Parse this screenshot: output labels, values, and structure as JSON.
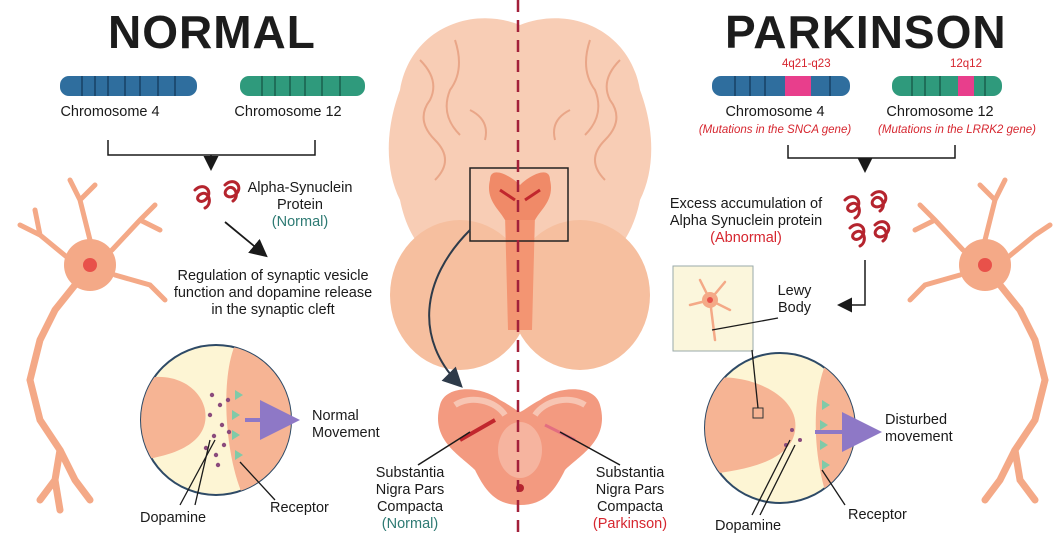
{
  "normal": {
    "title": "NORMAL",
    "chromosome_4": "Chromosome 4",
    "chromosome_12": "Chromosome 12",
    "protein_label": "Alpha-Synuclein Protein",
    "protein_state": "(Normal)",
    "regulation_text": "Regulation of synaptic vesicle function and dopamine release in the synaptic cleft",
    "movement_label": "Normal Movement",
    "dopamine_label": "Dopamine",
    "receptor_label": "Receptor"
  },
  "parkinson": {
    "title": "PARKINSON",
    "chromosome_4": "Chromosome 4",
    "chromosome_12": "Chromosome 12",
    "band_4": "4q21-q23",
    "band_12": "12q12",
    "mutation_4": "(Mutations in the SNCA gene)",
    "mutation_12": "(Mutations in the LRRK2 gene)",
    "accumulation_text": "Excess accumulation of Alpha Synuclein protein",
    "accumulation_state": "(Abnormal)",
    "lewy_body_label": "Lewy Body",
    "movement_label": "Disturbed movement",
    "dopamine_label": "Dopamine",
    "receptor_label": "Receptor"
  },
  "center": {
    "sn_normal_label": "Substantia Nigra Pars Compacta",
    "sn_normal_state": "(Normal)",
    "sn_parkinson_label": "Substantia Nigra Pars Compacta",
    "sn_parkinson_state": "(Parkinson)"
  },
  "colors": {
    "chromosome_blue": "#2f6e9e",
    "chromosome_green": "#2f9a7c",
    "mutation_band": "#e83e8c",
    "neuron": "#f4a987",
    "brain": "#f8cdb5",
    "accent_red": "#d6262f",
    "teal_text": "#2d7a73",
    "arrow_purple": "#8e78c6"
  }
}
